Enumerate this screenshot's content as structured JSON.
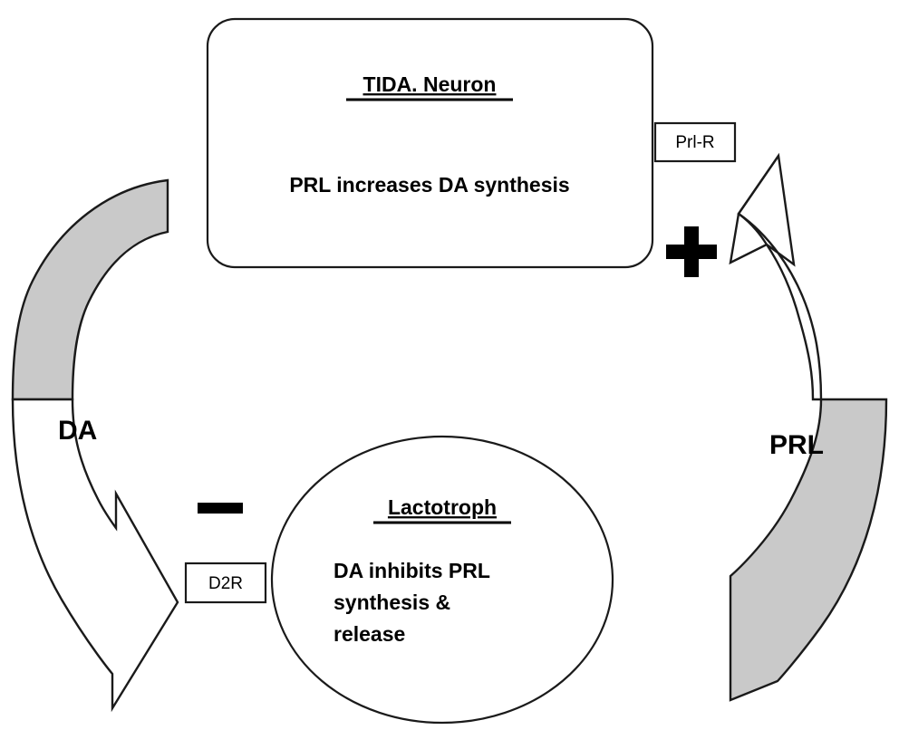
{
  "diagram": {
    "title": "Prolactin short-loop feedback between TIDA neuron and lactotroph",
    "background_color": "#ffffff",
    "stroke_color": "#1a1a1a",
    "arrow_fill_gray": "#c9c9c9",
    "arrow_fill_white": "#ffffff"
  },
  "neuron_box": {
    "heading": "TIDA. Neuron",
    "body": "PRL increases DA synthesis"
  },
  "lactotroph": {
    "heading": "Lactotroph",
    "body_line1": "DA inhibits PRL",
    "body_line2": "synthesis &",
    "body_line3": "release"
  },
  "receptors": {
    "prolactin_receptor": "Prl-R",
    "dopamine_receptor": "D2R"
  },
  "flows": {
    "left_label": "DA",
    "right_label": "PRL"
  },
  "signs": {
    "inhibition": "−",
    "stimulation": "+"
  }
}
